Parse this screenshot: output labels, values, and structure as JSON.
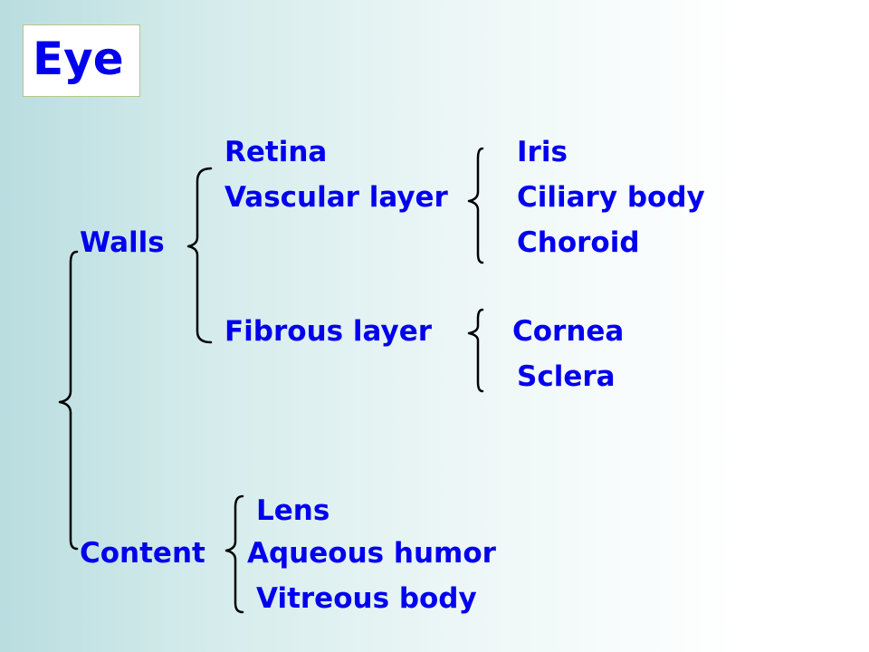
{
  "title": "Eye",
  "tree": {
    "walls": {
      "label": "Walls",
      "retina": "Retina",
      "vascular_layer": {
        "label": "Vascular layer",
        "children": [
          "Iris",
          "Ciliary body",
          "Choroid"
        ]
      },
      "fibrous_layer": {
        "label": "Fibrous layer",
        "children": [
          "Cornea",
          "Sclera"
        ]
      }
    },
    "content": {
      "label": "Content",
      "children": [
        "Lens",
        "Aqueous humor",
        "Vitreous body"
      ]
    }
  },
  "colors": {
    "text": "#0000ee",
    "bracket": "#000000",
    "title_border": "#b8c58a"
  }
}
